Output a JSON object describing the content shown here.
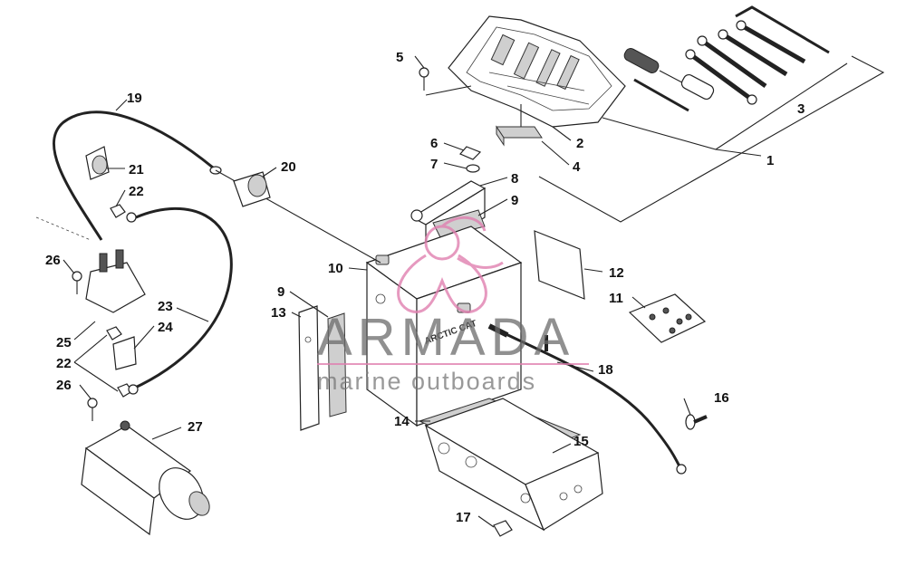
{
  "callouts": {
    "c1": "1",
    "c2": "2",
    "c3": "3",
    "c4": "4",
    "c5": "5",
    "c6": "6",
    "c7": "7",
    "c8": "8",
    "c9a": "9",
    "c9b": "9",
    "c10": "10",
    "c11": "11",
    "c12": "12",
    "c13": "13",
    "c14": "14",
    "c15": "15",
    "c16": "16",
    "c17": "17",
    "c18": "18",
    "c19": "19",
    "c20": "20",
    "c21": "21",
    "c22a": "22",
    "c22b": "22",
    "c23": "23",
    "c24": "24",
    "c25": "25",
    "c26a": "26",
    "c26b": "26",
    "c27": "27"
  },
  "battery_label": "ARCTIC CAT",
  "watermark": {
    "title": "ARMADA",
    "subtitle": "marine outboards"
  },
  "colors": {
    "line": "#222222",
    "watermark_logo": "#e080b0",
    "watermark_text": "#6b6b6b",
    "watermark_rule": "#e080b0"
  }
}
